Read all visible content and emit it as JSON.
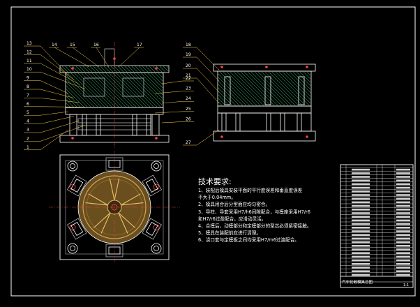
{
  "drawing": {
    "background": "#000000",
    "frame_color": "#ffffff",
    "part_color": "#b0b0b0",
    "hatch_color": "#2e8b57",
    "leader_color": "#ffd24a",
    "detail_color": "#8b6a2a",
    "hole_color": "#ff4040",
    "front_view_callouts": [
      "13",
      "12",
      "11",
      "10",
      "9",
      "8",
      "7",
      "6",
      "5",
      "4",
      "3",
      "2",
      "1",
      "14",
      "15",
      "16",
      "17",
      "22",
      "23",
      "24",
      "25",
      "26"
    ],
    "side_view_callouts": [
      "18",
      "19",
      "20",
      "21",
      "27"
    ]
  },
  "tech_requirements": {
    "title": "技术要求:",
    "items": [
      "1、装配后模具安装平面的平行度误差和垂直度误差",
      "   不大于0.04mm。",
      "2、模具闭合后分型面应均匀密合。",
      "3、导柱、导套采用H7/h6间隙配合，与模座采用H7/r6",
      "   和H7/r6过盈配合，应滑动灵活。",
      "4、合模后，动模部分和定模部分的型芯必须紧密接触。",
      "5、模具在装配前应进行清理。",
      "6、浇口套与定模板之间均采用H7/m6过渡配合。"
    ]
  },
  "title_block": {
    "drawing_name": "汽车轮毂模具总图",
    "sheet_mark": "1:1"
  }
}
